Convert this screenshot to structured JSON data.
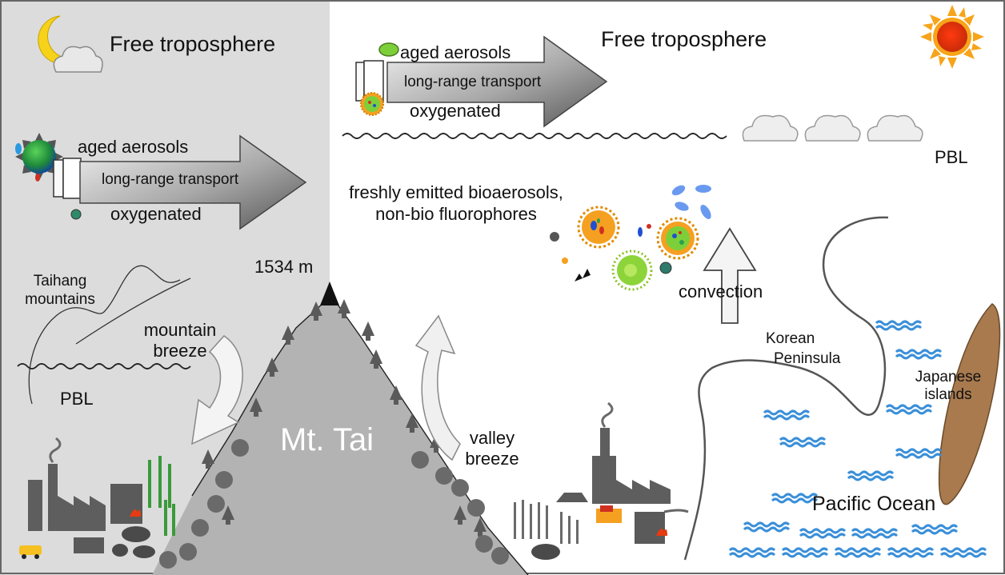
{
  "left_panel": {
    "title": "Free troposphere",
    "aged_aerosols": "aged aerosols",
    "transport": "long-range transport",
    "oxygenated": "oxygenated",
    "taihang_line1": "Taihang",
    "taihang_line2": "mountains",
    "mountain_breeze_line1": "mountain",
    "mountain_breeze_line2": "breeze",
    "pbl": "PBL"
  },
  "right_panel": {
    "title": "Free troposphere",
    "aged_aerosols": "aged aerosols",
    "transport": "long-range transport",
    "oxygenated": "oxygenated",
    "pbl": "PBL",
    "fresh_line1": "freshly emitted bioaerosols,",
    "fresh_line2": "non-bio fluorophores",
    "convection": "convection",
    "valley_breeze_line1": "valley",
    "valley_breeze_line2": "breeze",
    "korean_line1": "Korean",
    "korean_line2": "Peninsula",
    "japanese_line1": "Japanese",
    "japanese_line2": "islands",
    "ocean": "Pacific Ocean"
  },
  "mountain": {
    "name": "Mt. Tai",
    "summit": "1534 m"
  },
  "colors": {
    "night_sky": "#dcdcdc",
    "mountain": "#b3b3b3",
    "arrow_dark": "#7a7a7a",
    "arrow_light": "#f0f0f0",
    "sun": "#e8400f",
    "water": "#3a8fd9",
    "islands": "#a87a4e"
  }
}
